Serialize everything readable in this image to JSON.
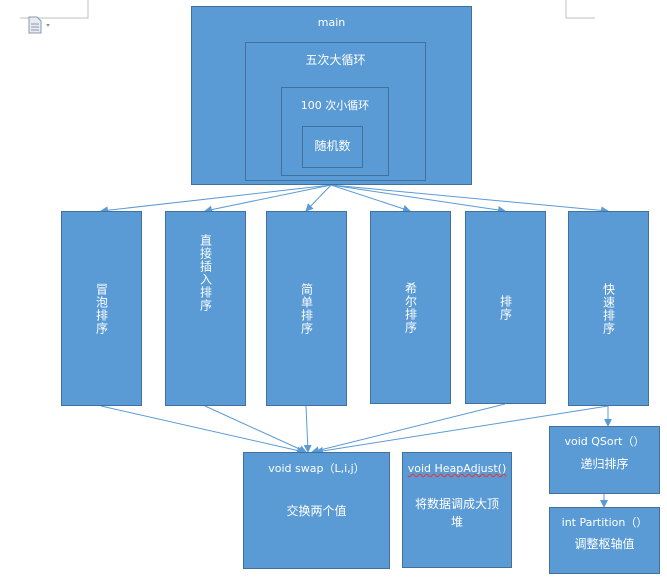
{
  "main": {
    "label": "main",
    "outer_loop": "五次大循环",
    "inner_loop": "100 次小循环",
    "random": "随机数"
  },
  "sorts": [
    "冒泡排序",
    "直接插入排序",
    "简单排序",
    "希尔排序",
    "排序",
    "快速排序"
  ],
  "helpers": {
    "swap": {
      "signature": "void swap（L,i,j）",
      "desc": "交换两个值"
    },
    "heap": {
      "signature": "void HeapAdjust()",
      "desc": "将数据调成大顶堆"
    },
    "qsort": {
      "signature": "void QSort（）",
      "desc": "递归排序"
    },
    "partition": {
      "signature": "int Partition（）",
      "desc": "调整枢轴值"
    }
  },
  "colors": {
    "box_fill": "#5b9bd5",
    "box_border": "#41719c",
    "arrow": "#5b9bd5"
  },
  "icons": [
    "document-icon"
  ]
}
